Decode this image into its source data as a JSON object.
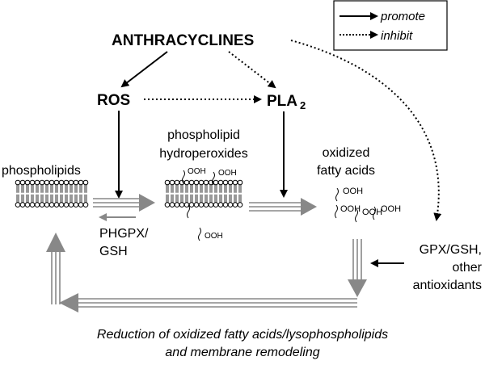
{
  "legend": {
    "promote": "promote",
    "inhibit": "inhibit"
  },
  "nodes": {
    "anthracyclines": "ANTHRACYCLINES",
    "ros": "ROS",
    "pla": "PLA",
    "pla_sub": "2",
    "phospholipids": "phospholipids",
    "hydroperoxides_line1": "phospholipid",
    "hydroperoxides_line2": "hydroperoxides",
    "oxidized_line1": "oxidized",
    "oxidized_line2": "fatty acids",
    "phgpx_line1": "PHGPX/",
    "phgpx_line2": "GSH",
    "gpx_line1": "GPX/GSH,",
    "gpx_line2": "other",
    "gpx_line3": "antioxidants"
  },
  "labels": {
    "ooh": "OOH"
  },
  "caption": {
    "line1": "Reduction of oxidized fatty acids/lysophospholipids",
    "line2": "and membrane remodeling"
  }
}
